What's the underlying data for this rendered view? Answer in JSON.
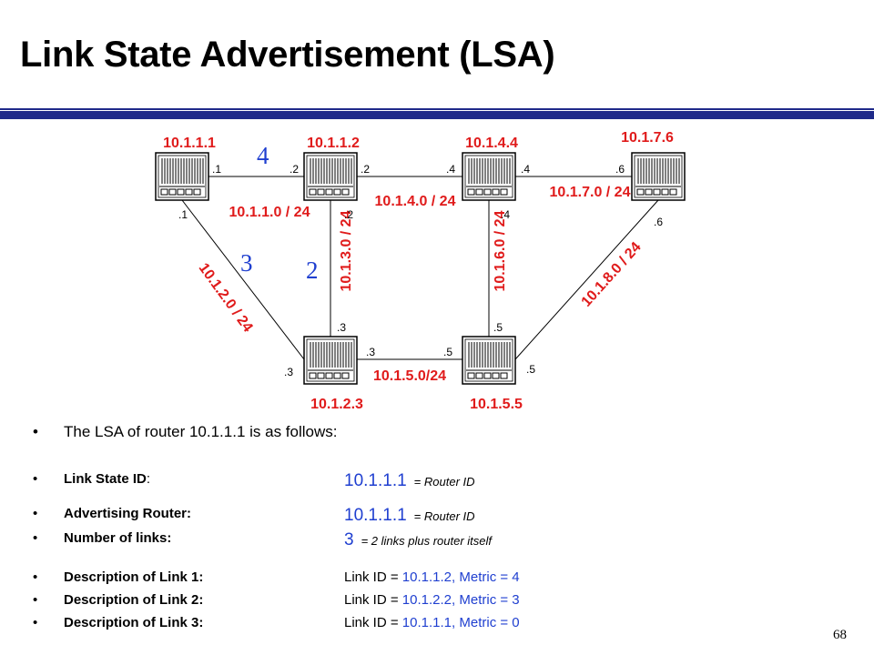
{
  "title": "Link State Advertisement (LSA)",
  "page_number": "68",
  "colors": {
    "accent_rule": "#1f2a8a",
    "address_red": "#e01b1b",
    "metric_blue": "#1f3fd0"
  },
  "routers": [
    {
      "id": "10.1.1.1"
    },
    {
      "id": "10.1.1.2"
    },
    {
      "id": "10.1.4.4"
    },
    {
      "id": "10.1.7.6"
    },
    {
      "id": "10.1.2.3"
    },
    {
      "id": "10.1.5.5"
    }
  ],
  "networks": [
    "10.1.1.0 / 24",
    "10.1.4.0 / 24",
    "10.1.7.0 / 24",
    "10.1.3.0 / 24",
    "10.1.6.0 / 24",
    "10.1.2.0 / 24",
    "10.1.8.0 / 24",
    "10.1.5.0/24"
  ],
  "interface_suffixes": [
    ".1",
    ".2",
    ".2",
    ".4",
    ".4",
    ".6",
    ".1",
    ".2",
    ".4",
    ".6",
    ".3",
    ".5",
    ".3",
    ".5",
    ".3",
    ".5"
  ],
  "metrics": [
    "4",
    "3",
    "2"
  ],
  "intro": "The LSA of router 10.1.1.1 is as  follows:",
  "fields": [
    {
      "label": "Link State ID",
      "colon": ":",
      "value": "10.1.1.1",
      "note": "= Router ID"
    },
    {
      "label": "Advertising Router:",
      "value": "10.1.1.1",
      "note": "= Router ID"
    },
    {
      "label": "Number of links:",
      "value": "3",
      "note": "= 2 links plus router itself"
    }
  ],
  "links": [
    {
      "label": "Description of Link 1:",
      "id_label": "Link ID =",
      "id_value": "10.1.1.2,",
      "metric_label": "Metric =",
      "metric_value": "4"
    },
    {
      "label": "Description of Link 2:",
      "id_label": "Link ID =",
      "id_value": "10.1.2.2,",
      "metric_label": "Metric =",
      "metric_value": "3"
    },
    {
      "label": "Description of Link 3:",
      "id_label": "Link ID =",
      "id_value": "10.1.1.1,",
      "metric_label": "Metric =",
      "metric_value": "0"
    }
  ]
}
